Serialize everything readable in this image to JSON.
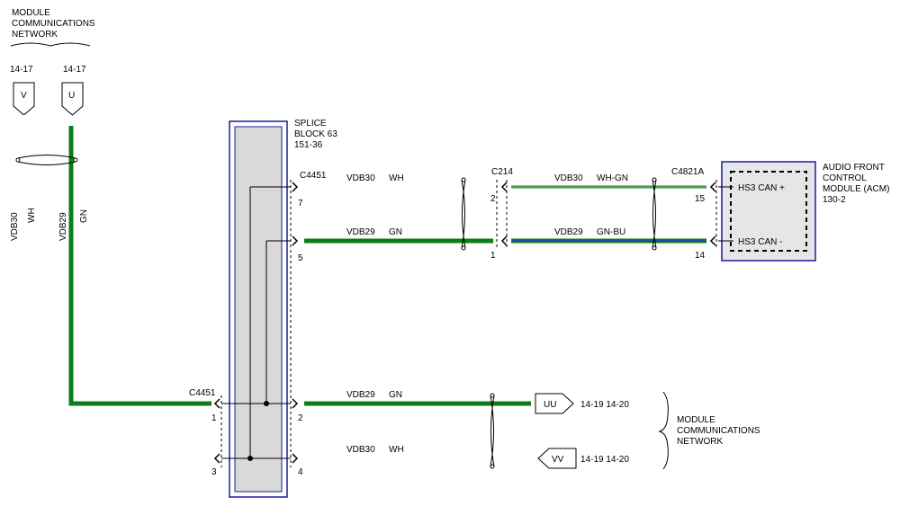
{
  "colors": {
    "wire_green": "#0b7d1a",
    "wire_blue": "#1f4fa0",
    "wire_white_outline": "#777777",
    "splice_fill": "#d9d9d9",
    "splice_border": "#1a1aa0",
    "module_fill": "#e6e6e6",
    "module_border": "#1a1aa0"
  },
  "network_top": {
    "label_lines": [
      "MODULE",
      "COMMUNICATIONS",
      "NETWORK"
    ],
    "ref_v": "14-17",
    "ref_u": "14-17",
    "tag_v": "V",
    "tag_u": "U"
  },
  "left_wires": {
    "w1_circuit": "VDB30",
    "w1_color": "WH",
    "w2_circuit": "VDB29",
    "w2_color": "GN"
  },
  "splice": {
    "label_lines": [
      "SPLICE",
      "BLOCK 63",
      "151-36"
    ]
  },
  "connectors": {
    "c4451_top": "C4451",
    "c4451_bottom": "C4451",
    "c214": "C214",
    "c4821a": "C4821A"
  },
  "pins": {
    "p7": "7",
    "p5": "5",
    "p2_c214": "2",
    "p1_c214": "1",
    "p15": "15",
    "p14": "14",
    "p1_left": "1",
    "p2_right": "2",
    "p3_left": "3",
    "p4_right": "4"
  },
  "wires": {
    "top1_circuit": "VDB30",
    "top1_color": "WH",
    "top2_circuit": "VDB29",
    "top2_color": "GN",
    "right1_circuit": "VDB30",
    "right1_color": "WH-GN",
    "right2_circuit": "VDB29",
    "right2_color": "GN-BU",
    "bot1_circuit": "VDB29",
    "bot1_color": "GN",
    "bot2_circuit": "VDB30",
    "bot2_color": "WH"
  },
  "module": {
    "label_lines": [
      "AUDIO FRONT",
      "CONTROL",
      "MODULE (ACM)",
      "130-2"
    ],
    "pin_plus": "HS3 CAN +",
    "pin_minus": "HS3 CAN -"
  },
  "network_bottom": {
    "tag_uu": "UU",
    "tag_vv": "VV",
    "ref_uu": "14-19  14-20",
    "ref_vv": "14-19  14-20",
    "label_lines": [
      "MODULE",
      "COMMUNICATIONS",
      "NETWORK"
    ]
  }
}
